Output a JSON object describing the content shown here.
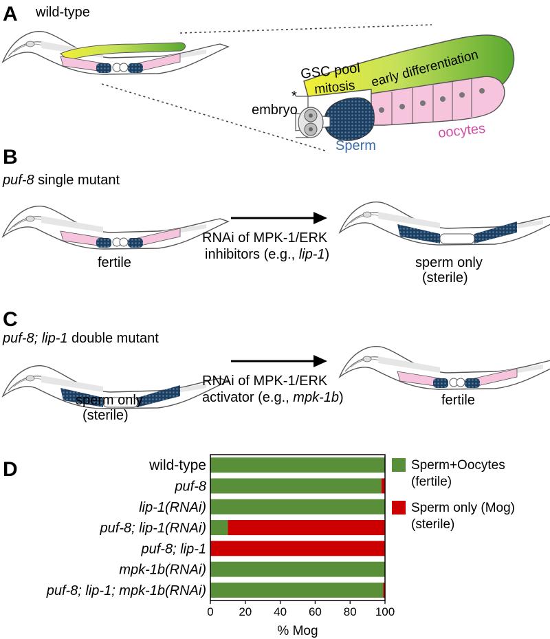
{
  "panels": {
    "A": {
      "letter": "A",
      "worm_label": "wild-type",
      "gsc_pool": "GSC pool",
      "mitosis": "mitosis",
      "early_diff": "early differentiation",
      "asterisk": "*",
      "embryo": "embryo",
      "sperm": "Sperm",
      "oocytes": "oocytes"
    },
    "B": {
      "letter": "B",
      "title_italic": "puf-8",
      "title_rest": " single mutant",
      "left_caption": "fertile",
      "arrow_line1": "RNAi of MPK-1/ERK",
      "arrow_line2_pre": "inhibitors (e.g., ",
      "arrow_line2_it": "lip-1",
      "arrow_line2_post": ")",
      "right_caption1": "sperm only",
      "right_caption2": "(sterile)"
    },
    "C": {
      "letter": "C",
      "title_italic": "puf-8; lip-1",
      "title_rest": " double mutant",
      "left_caption1": "sperm only",
      "left_caption2": "(sterile)",
      "arrow_line1": "RNAi of MPK-1/ERK",
      "arrow_line2_pre": "activator (e.g., ",
      "arrow_line2_it": "mpk-1b",
      "arrow_line2_post": ")",
      "right_caption": "fertile"
    },
    "D": {
      "letter": "D"
    }
  },
  "colors": {
    "green": "#5a8f3a",
    "red": "#cc0000",
    "yellow": "#f2f033",
    "gonad_green": "#5aa830",
    "pink": "#f6c4dc",
    "oocyte_text": "#d24fa6",
    "sperm_blue": "#2a4f73",
    "sperm_text": "#3b6ea5"
  },
  "chart_data": {
    "type": "bar",
    "orientation": "horizontal",
    "stacked": true,
    "categories": [
      "wild-type",
      "puf-8",
      "lip-1(RNAi)",
      "puf-8; lip-1(RNAi)",
      "puf-8; lip-1",
      "mpk-1b(RNAi)",
      "puf-8; lip-1; mpk-1b(RNAi)"
    ],
    "series": [
      {
        "name": "Sperm+Oocytes",
        "color": "#5a8f3a",
        "values": [
          100,
          98,
          100,
          10,
          0,
          100,
          99
        ]
      },
      {
        "name": "Sperm only (Mog)",
        "color": "#cc0000",
        "values": [
          0,
          2,
          0,
          90,
          100,
          0,
          1
        ]
      }
    ],
    "legend": [
      {
        "line1": "Sperm+Oocytes",
        "line2": "(fertile)"
      },
      {
        "line1": "Sperm only (Mog)",
        "line2": "(sterile)"
      }
    ],
    "xlabel": "% Mog",
    "xlim": [
      0,
      100
    ],
    "xticks": [
      0,
      20,
      40,
      60,
      80,
      100
    ],
    "legend_position": "right"
  }
}
